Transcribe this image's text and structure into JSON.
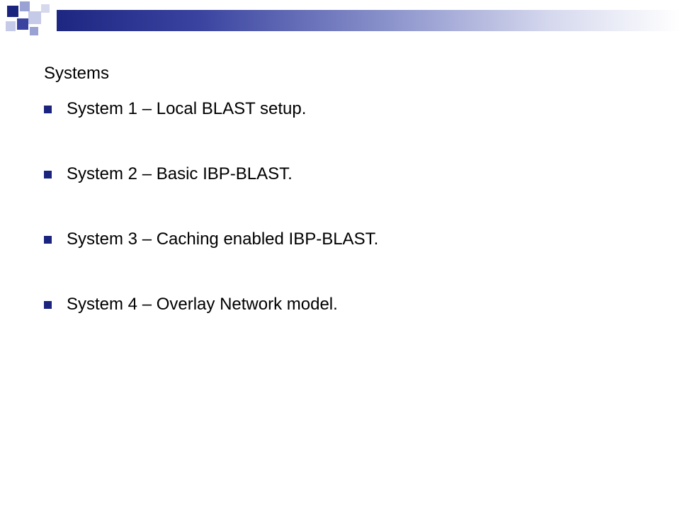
{
  "slide": {
    "title": "Systems",
    "bullets": [
      {
        "text": "System 1 – Local BLAST setup."
      },
      {
        "text": "System 2 – Basic IBP-BLAST."
      },
      {
        "text": "System 3 – Caching enabled IBP-BLAST."
      },
      {
        "text": "System 4 – Overlay Network model."
      }
    ]
  },
  "theme": {
    "accent_dark": "#1a237e",
    "accent_light": "#8c94cc",
    "background": "#ffffff",
    "text": "#000000"
  },
  "decorations": {
    "logo_icon": "squares-logo-icon",
    "header_bar": "gradient-header-bar"
  }
}
